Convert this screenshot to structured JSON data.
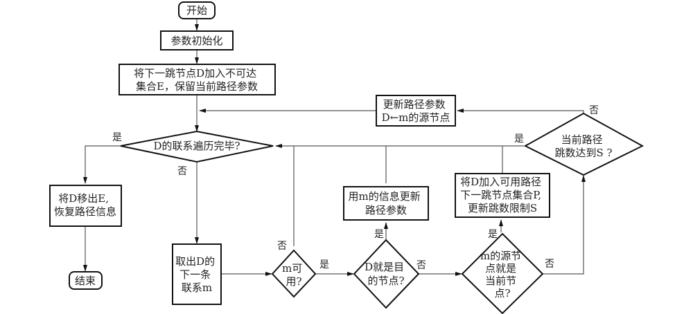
{
  "nodes": {
    "start": {
      "lines": [
        "开始"
      ]
    },
    "init": {
      "lines": [
        "参数初始化"
      ]
    },
    "add_unreachable": {
      "lines": [
        "将下一跳节点D加入不可达",
        "集合E，保留当前路径参数"
      ]
    },
    "traversed": {
      "lines": [
        "D的联系遍历完毕?"
      ]
    },
    "remove_d": {
      "lines": [
        "将D移出E,",
        "恢复路径信息"
      ]
    },
    "end": {
      "lines": [
        "结束"
      ]
    },
    "take_next": {
      "lines": [
        "取出D的",
        "下一条",
        "联系m"
      ]
    },
    "m_available": {
      "lines": [
        "m可",
        "用?"
      ]
    },
    "is_dest": {
      "lines": [
        "D就是目",
        "的节点?"
      ]
    },
    "update_with_m": {
      "lines": [
        "用m的信息更新",
        "路径参数"
      ]
    },
    "src_is_current": {
      "lines": [
        "m的源节",
        "点就是",
        "当前节",
        "点?"
      ]
    },
    "add_available": {
      "lines": [
        "将D加入可用路径",
        "下一跳节点集合P,",
        "更新跳数限制S"
      ]
    },
    "hops_reached": {
      "lines": [
        "当前路径",
        "跳数达到S ?"
      ]
    },
    "update_path": {
      "lines": [
        "更新路径参数",
        "D←m的源节点"
      ]
    }
  },
  "edge_labels": {
    "yes": "是",
    "no": "否"
  }
}
